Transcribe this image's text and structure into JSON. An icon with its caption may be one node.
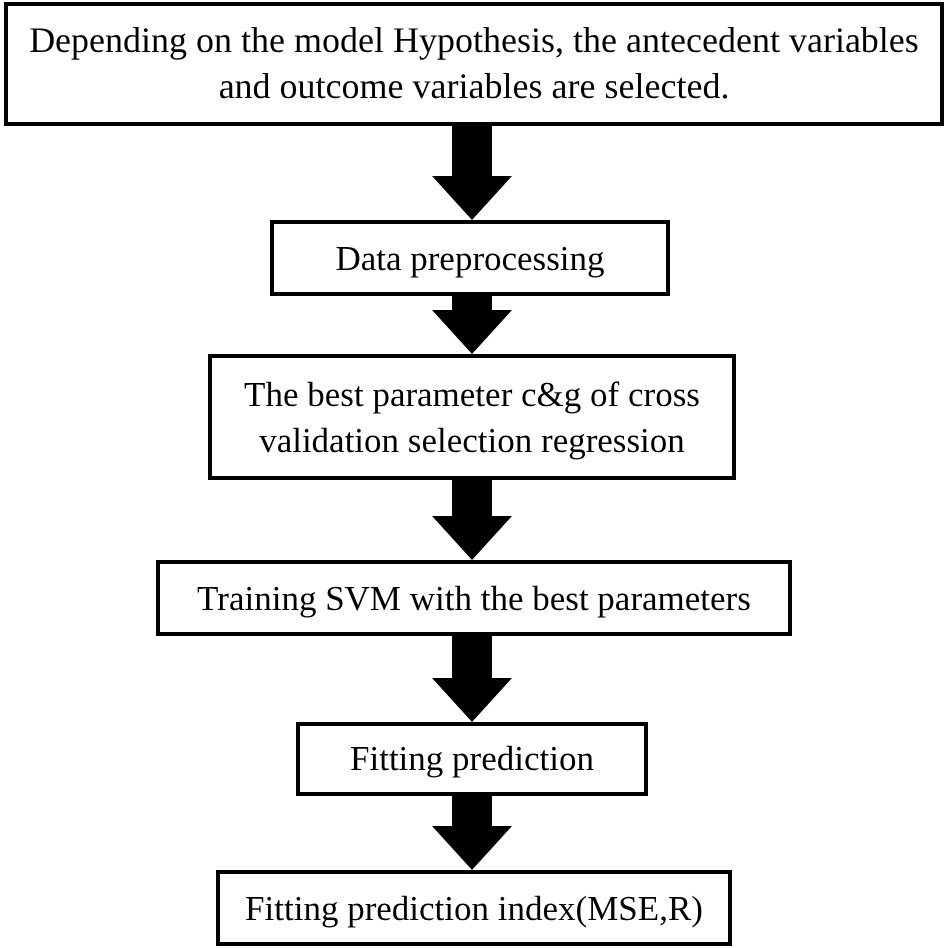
{
  "diagram": {
    "nodes": [
      {
        "text": [
          "Depending on the model Hypothesis, the antecedent variables and outcome variables are selected."
        ]
      },
      {
        "text": [
          "Data preprocessing"
        ]
      },
      {
        "text": [
          "The best parameter c&g of cross validation selection regression"
        ]
      },
      {
        "text": [
          "Training SVM with the best parameters"
        ]
      },
      {
        "text": [
          "Fitting prediction"
        ]
      },
      {
        "text": [
          "Fitting prediction index(MSE,R)"
        ]
      }
    ],
    "edges": [
      {
        "from": 0,
        "to": 1,
        "arrow": "to",
        "style": "thick"
      },
      {
        "from": 1,
        "to": 2,
        "arrow": "to",
        "style": "thick"
      },
      {
        "from": 2,
        "to": 3,
        "arrow": "to",
        "style": "thick"
      },
      {
        "from": 3,
        "to": 4,
        "arrow": "to",
        "style": "thick"
      },
      {
        "from": 4,
        "to": 5,
        "arrow": "to",
        "style": "thick"
      }
    ]
  }
}
